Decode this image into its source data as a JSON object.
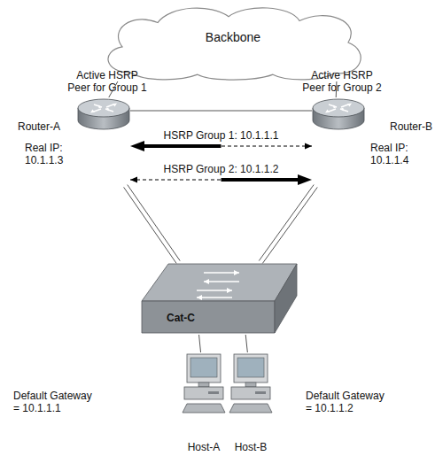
{
  "diagram": {
    "nodes": [
      {
        "text": [
          "Backbone"
        ]
      },
      {
        "text": [
          "Active HSRP Peer for Group 1",
          "Router-A",
          "Real IP: 10.1.1.3"
        ]
      },
      {
        "text": [
          "Active HSRP Peer for Group 2",
          "Router-B",
          "Real IP: 10.1.1.4"
        ]
      },
      {
        "text": [
          "Cat-C"
        ]
      },
      {
        "text": [
          "Default Gateway = 10.1.1.1",
          "Host-A"
        ]
      },
      {
        "text": [
          "Default Gateway = 10.1.1.2",
          "Host-B"
        ]
      }
    ],
    "edges": [
      {
        "from": 0,
        "to": 1,
        "arrow": "none"
      },
      {
        "from": 0,
        "to": 2,
        "arrow": "none"
      },
      {
        "from": 1,
        "to": 2,
        "arrow": "none"
      },
      {
        "from": 2,
        "to": 1,
        "label": "HSRP Group 1: 10.1.1.1",
        "arrow": "both"
      },
      {
        "from": 1,
        "to": 2,
        "label": "HSRP Group 2: 10.1.1.2",
        "arrow": "both"
      },
      {
        "from": 1,
        "to": 3,
        "arrow": "none"
      },
      {
        "from": 2,
        "to": 3,
        "arrow": "none"
      },
      {
        "from": 3,
        "to": 4,
        "arrow": "none"
      },
      {
        "from": 3,
        "to": 5,
        "arrow": "none"
      }
    ]
  }
}
